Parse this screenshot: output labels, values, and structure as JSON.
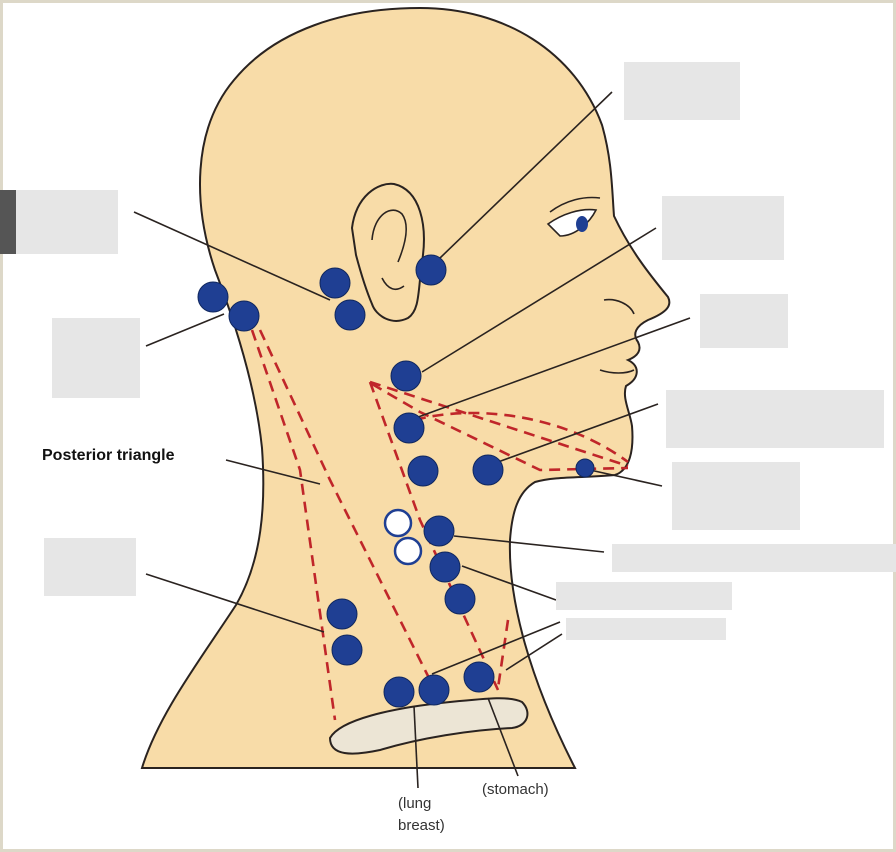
{
  "colors": {
    "skin": "#f8dca8",
    "outline": "#2a2320",
    "node": "#1f3f93",
    "dashed": "#c0262a",
    "clavicle": "#ece5d5",
    "mask": "#e6e6e6",
    "frame": "#ddd8c8"
  },
  "labels": {
    "posterior_triangle": "Posterior triangle",
    "lung_breast_line1": "(lung",
    "lung_breast_line2": "breast)",
    "stomach": "(stomach)"
  },
  "hidden_labels": [
    {
      "id": "hidden-label-1"
    },
    {
      "id": "hidden-label-2"
    },
    {
      "id": "hidden-label-3"
    },
    {
      "id": "hidden-label-4"
    },
    {
      "id": "hidden-label-5"
    },
    {
      "id": "hidden-label-6"
    },
    {
      "id": "hidden-label-7"
    },
    {
      "id": "hidden-label-8"
    },
    {
      "id": "hidden-label-9"
    },
    {
      "id": "hidden-label-10"
    },
    {
      "id": "hidden-label-11"
    },
    {
      "id": "hidden-label-12"
    }
  ]
}
